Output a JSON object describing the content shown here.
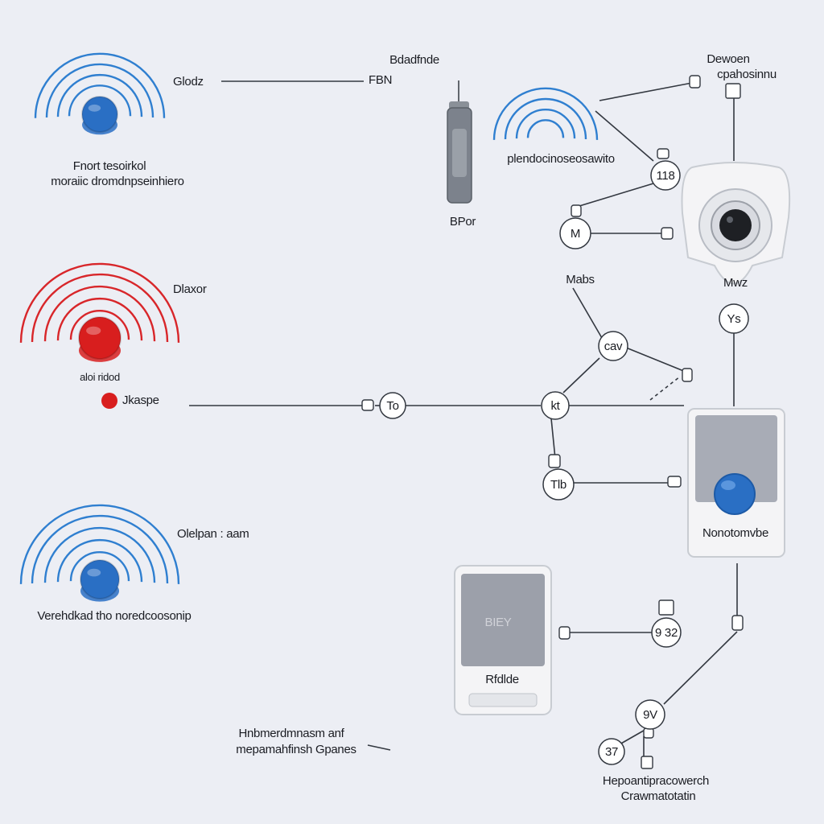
{
  "colors": {
    "background": "#eceef4",
    "blue": "#2f7fd0",
    "blue_button": "#2a6fc4",
    "red": "#d8262a",
    "red_button": "#d81e1e",
    "line": "#333840",
    "device": "#7c828c"
  },
  "sensors": {
    "top_left": {
      "name": "Glodz",
      "caption_line1": "Fnort tesoirkol",
      "caption_line2": "moraiic dromdnpseinhiero"
    },
    "middle_red": {
      "name": "Dlaxor",
      "caption": "aloi ridod",
      "dot_label": "Jkaspe"
    },
    "bottom_left": {
      "name": "Olelpan : aam",
      "caption": "Verehdkad tho noredcoosonip"
    },
    "center": {
      "caption": "plendocinoseosawito"
    }
  },
  "top_device": {
    "title": "Bdadfnde",
    "tag": "FBN",
    "caption": "BPor"
  },
  "camera": {
    "title_line1": "Dewoen",
    "title_line2": "cpahosinnu",
    "label": "Mwz"
  },
  "keypad_right": {
    "label": "Nonotomvbe"
  },
  "keypad_bottom": {
    "screen": "BIEY",
    "label": "Rfdlde"
  },
  "nodes": {
    "n1": "118",
    "n2": "M",
    "n3": "Mabs",
    "n4": "cav",
    "n5": "To",
    "n6": "kt",
    "n7": "Tlb",
    "n8": "9 32",
    "n9": "9V",
    "n10": "37",
    "n11": "Ys"
  },
  "bottom_text": {
    "left_line1": "Hnbmerdmnasm anf",
    "left_line2": "mepamahfinsh Gpanes",
    "right_line1": "Hepoantipracowerch",
    "right_line2": "Crawmatotatin"
  }
}
